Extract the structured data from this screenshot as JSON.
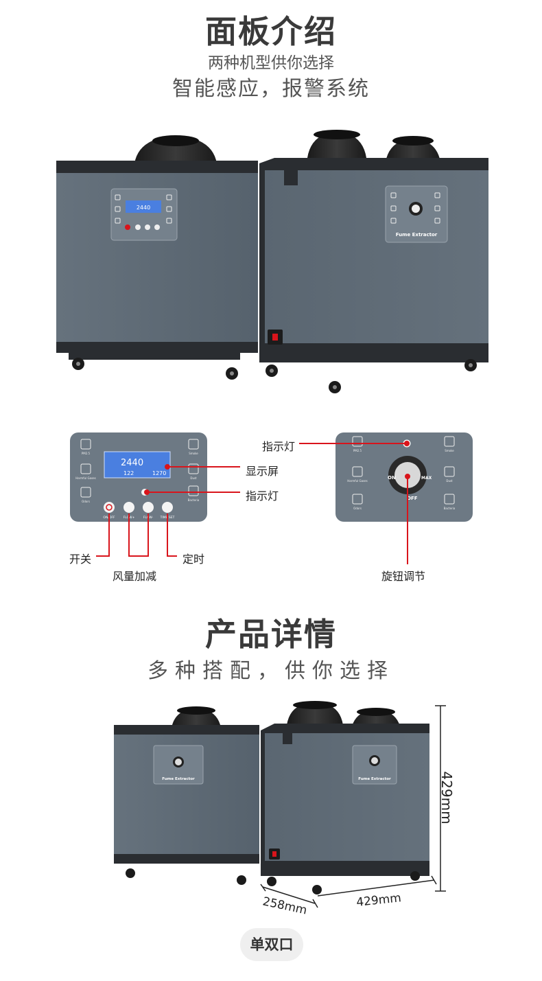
{
  "section1": {
    "title": "面板介绍",
    "subtitle1": "两种机型供你选择",
    "subtitle2": "智能感应，报警系统"
  },
  "machine_panel_digital": {
    "display_main": "2440",
    "display_left": "122",
    "display_right": "1270",
    "icons": [
      "PM2.5",
      "Harmful Gases",
      "Odors",
      "Smoke",
      "Dust",
      "Bacteria"
    ],
    "buttons": [
      "ON/OFF",
      "FLOW+",
      "FLOW-",
      "TIME SET"
    ]
  },
  "machine_panel_knob": {
    "brand": "Fume Extractor",
    "icons": [
      "PM2.5",
      "Harmful Gases",
      "Odors",
      "Smoke",
      "Dust",
      "Bacteria"
    ],
    "knob_on": "ON",
    "knob_off": "OFF",
    "knob_max": "MAX"
  },
  "callouts": {
    "indicator_light_right": "指示灯",
    "display_screen": "显示屏",
    "indicator_light_left": "指示灯",
    "power_switch": "开关",
    "airflow_adjust": "风量加减",
    "timer": "定时",
    "knob_adjust": "旋钮调节"
  },
  "section2": {
    "title": "产品详情",
    "subtitle": "多种搭配，供你选择"
  },
  "dimensions": {
    "height": "429mm",
    "depth": "258mm",
    "width": "429mm"
  },
  "variant_pill": "单双口",
  "colors": {
    "body": "#5e6b76",
    "frame": "#2a2d31",
    "panel": "#6d7984",
    "accent_red": "#d9141b",
    "lcd": "#4a7fe0"
  }
}
